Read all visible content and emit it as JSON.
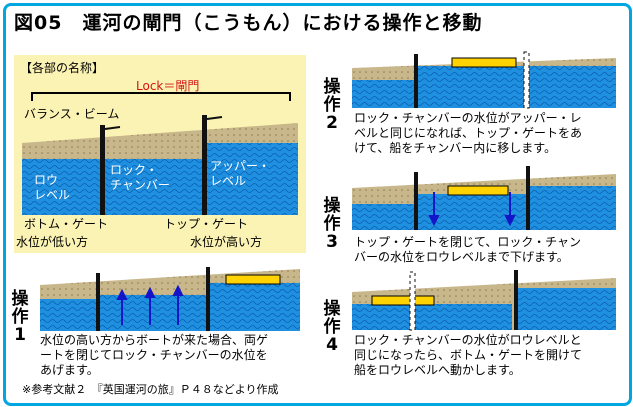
{
  "title": "図05　運河の閘門（こうもん）における操作と移動",
  "legend": {
    "heading": "【各部の名称】",
    "lock_label": "Lock＝閘門",
    "balance_beam": "バランス・ビーム",
    "low_level": [
      "ロウ",
      "レベル"
    ],
    "lock_chamber": [
      "ロック・",
      "チャンバー"
    ],
    "upper_level": [
      "アッパー・",
      "レベル"
    ],
    "bottom_gate": "ボトム・ゲート",
    "top_gate": "トップ・ゲート",
    "low_side": "水位が低い方",
    "high_side": "水位が高い方"
  },
  "steps": [
    {
      "label": [
        "操",
        "作",
        "1"
      ],
      "text": [
        "水位の高い方からボートが来た場合、両ゲ",
        "ートを閉じてロック・チャンバーの水位を",
        "あげます。"
      ]
    },
    {
      "label": [
        "操",
        "作",
        "2"
      ],
      "text": [
        "ロック・チャンバーの水位がアッパー・レ",
        "ベルと同じになれば、トップ・ゲートをあ",
        "けて、船をチャンバー内に移します。"
      ]
    },
    {
      "label": [
        "操",
        "作",
        "3"
      ],
      "text": [
        "トップ・ゲートを閉じて、ロック・チャン",
        "バーの水位をロウレベルまで下げます。"
      ]
    },
    {
      "label": [
        "操",
        "作",
        "4"
      ],
      "text": [
        "ロック・チャンバーの水位がロウレベルと",
        "同じになったら、ボトム・ゲートを開けて",
        "船をロウレベルへ動かします。"
      ]
    }
  ],
  "footnote": "※参考文献２　『英国運河の旅』Ｐ４８などより作成",
  "colors": {
    "border": "#00a6df",
    "water": "#1f8fe0",
    "ground": "#c8b78a",
    "ship": "#ffd200",
    "arrow": "#1414c8",
    "panel": "#fbf3b4",
    "label_red": "#d21414"
  }
}
